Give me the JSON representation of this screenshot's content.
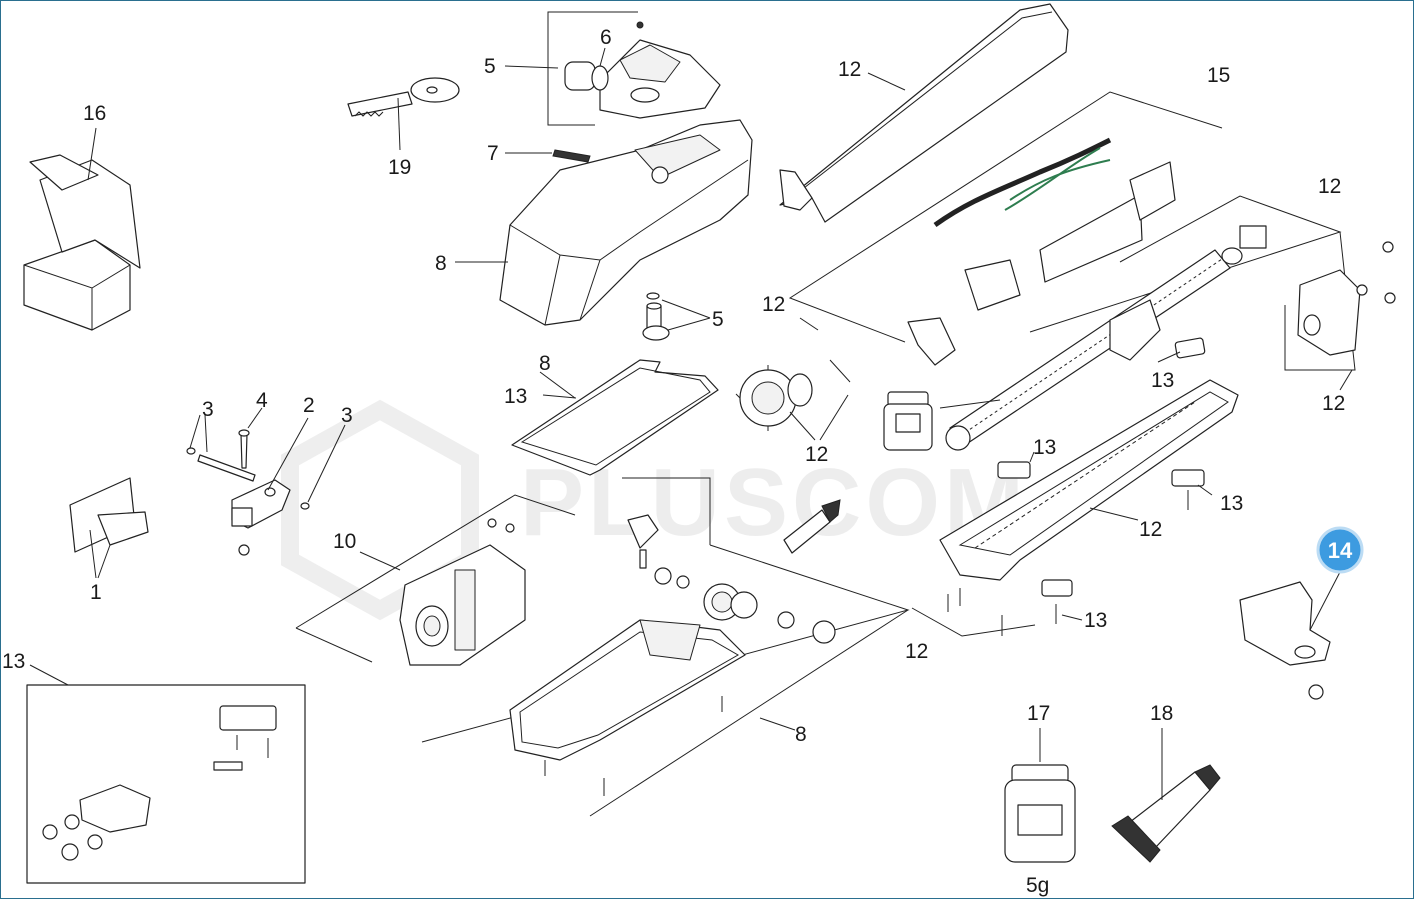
{
  "watermark": "PLUSCOM",
  "callouts": {
    "c16": "16",
    "c19": "19",
    "c5a": "5",
    "c6": "6",
    "c7": "7",
    "c8a": "8",
    "c5b": "5",
    "c8b": "8",
    "c13a": "13",
    "c3a": "3",
    "c4": "4",
    "c2": "2",
    "c3b": "3",
    "c1": "1",
    "c10": "10",
    "c12a": "12",
    "c15": "15",
    "c12b": "12",
    "c12c": "12",
    "c12d": "12",
    "c13b": "13",
    "c13c": "13",
    "c13d": "13",
    "c12e": "12",
    "c12f": "12",
    "c13e": "13",
    "c12g": "12",
    "c8c": "8",
    "c13f": "13",
    "c17": "17",
    "c18": "18"
  },
  "highlight_badge": "14",
  "jar_label": "5g",
  "colors": {
    "frame": "#2a6f8f",
    "badge": "#3d9be0",
    "wire_green": "#2e7d4f"
  }
}
